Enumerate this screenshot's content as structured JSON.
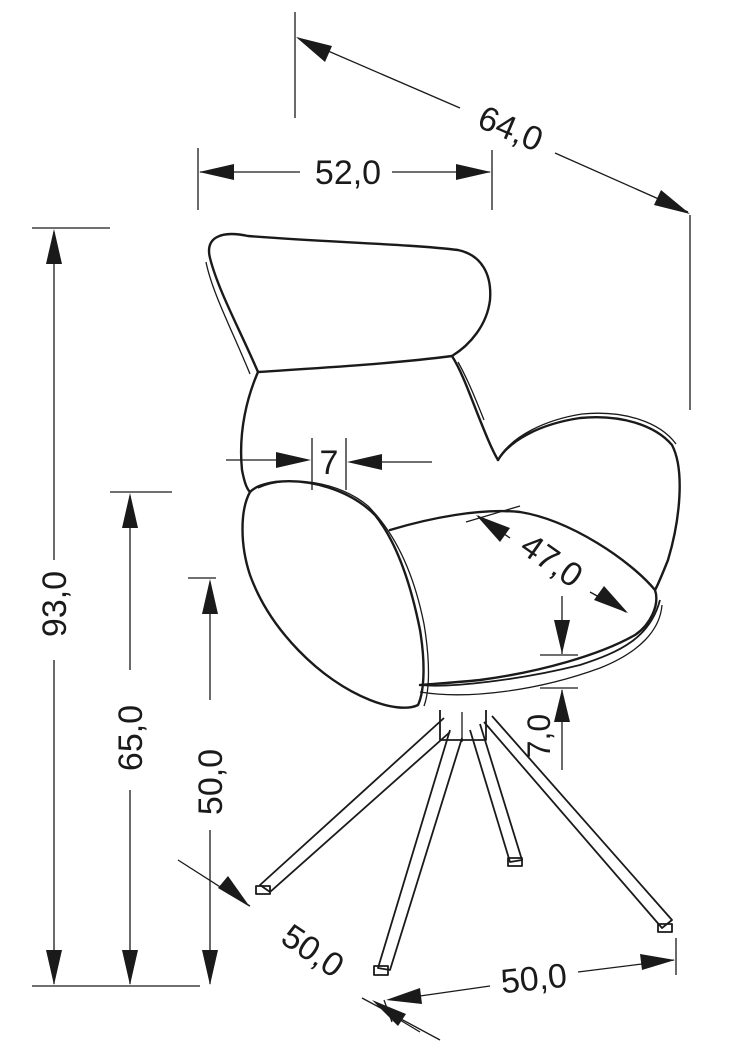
{
  "colors": {
    "line": "#1a1a1a",
    "background": "#ffffff"
  },
  "dimensions": {
    "total_depth": "64,0",
    "total_width": "52,0",
    "total_height": "93,0",
    "armrest_height": "65,0",
    "seat_height": "50,0",
    "seat_depth": "47,0",
    "seat_thickness": "7,0",
    "armrest_thickness": "7",
    "base_depth": "50,0",
    "base_width": "50,0"
  }
}
